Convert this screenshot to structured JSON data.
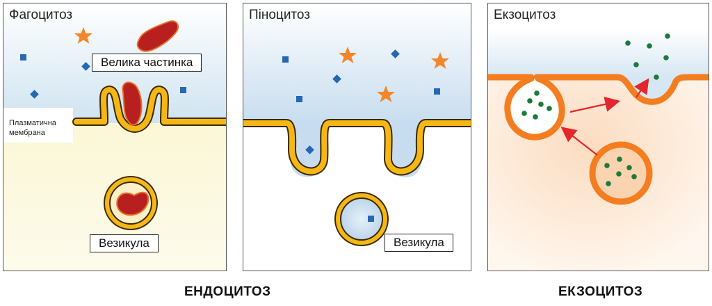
{
  "panels": {
    "phagocytosis": {
      "title": "Фагоцитоз",
      "label_particle": "Велика частинка",
      "label_membrane": "Плазматична мембрана",
      "label_vesicle": "Везикула"
    },
    "pinocytosis": {
      "title": "Піноцитоз",
      "label_vesicle": "Везикула"
    },
    "exocytosis": {
      "title": "Екзоцитоз"
    }
  },
  "footer": {
    "endocytosis": "ЕНДОЦИТОЗ",
    "exocytosis": "ЕКЗОЦИТОЗ"
  },
  "colors": {
    "membrane_yellow": "#f5b715",
    "membrane_orange": "#f47d20",
    "particle_red": "#b8201f",
    "dot_blue": "#2568b4",
    "star_orange": "#f4862a",
    "dot_green": "#1c7a3a",
    "arrow_red": "#e3262b"
  }
}
